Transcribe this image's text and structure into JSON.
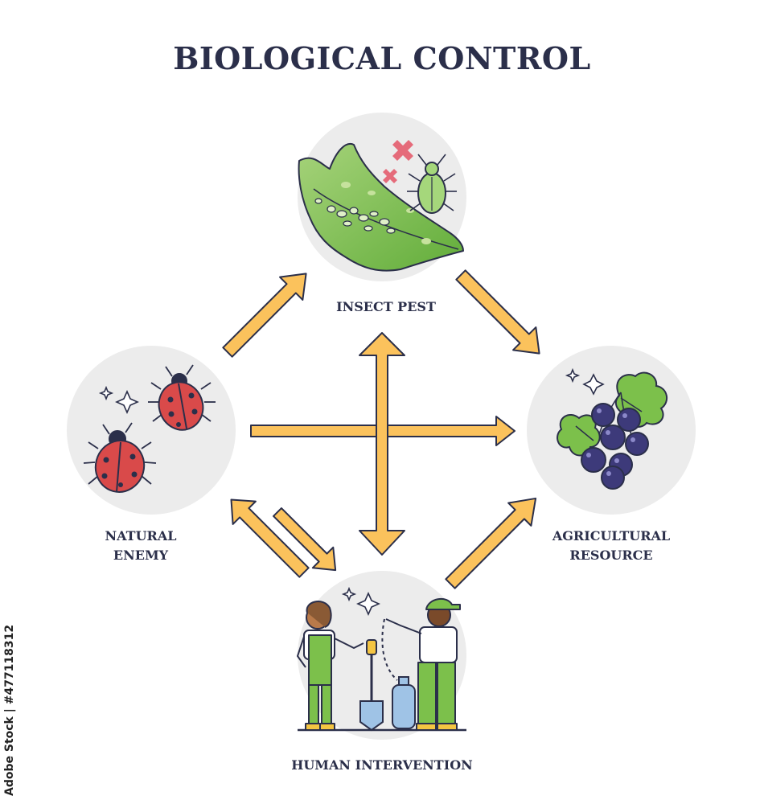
{
  "title": "BIOLOGICAL CONTROL",
  "nodes": {
    "insect_pest": {
      "label": "INSECT PEST"
    },
    "natural_enemy": {
      "label_line1": "NATURAL",
      "label_line2": "ENEMY"
    },
    "agricultural_resource": {
      "label_line1": "AGRICULTURAL",
      "label_line2": "RESOURCE"
    },
    "human_intervention": {
      "label": "HUMAN INTERVENTION"
    }
  },
  "watermark": "Adobe Stock | #477118312",
  "colors": {
    "arrow_fill": "#fbc25c",
    "arrow_stroke": "#2b2f4a",
    "circle_bg": "#ececec",
    "leaf_green": "#7cc04b",
    "berry_purple": "#3d3a7a",
    "ladybug_red": "#d94a4a",
    "text": "#2b2f4a"
  },
  "icons": [
    "leaf-with-aphids-icon",
    "aphid-icon",
    "cross-mark-icon",
    "ladybug-icon",
    "sparkle-icon",
    "blackcurrant-icon",
    "farmers-icon",
    "shovel-icon",
    "sprayer-icon"
  ]
}
